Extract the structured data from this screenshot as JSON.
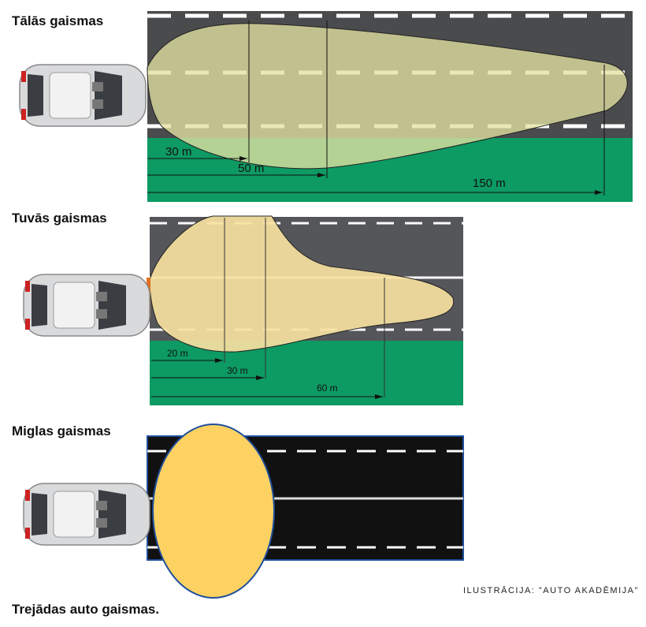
{
  "sections": [
    {
      "title": "Tālās gaismas",
      "distances": [
        "30 m",
        "50 m",
        "150 m"
      ]
    },
    {
      "title": "Tuvās gaismas",
      "distances": [
        "20 m",
        "30 m",
        "60 m"
      ]
    },
    {
      "title": "Miglas gaismas"
    }
  ],
  "caption": "Trejādas auto gaismas.",
  "credit": "ILUSTRĀCIJA: \"AUTO AKADĒMIJA\"",
  "colors": {
    "road": "#4a4b4d",
    "grass": "#0d9a63",
    "high_beam": "#d6d49a",
    "low_beam": "#f6dfa0",
    "fog": "#fdd262",
    "fog_border": "#1f4f9c"
  }
}
